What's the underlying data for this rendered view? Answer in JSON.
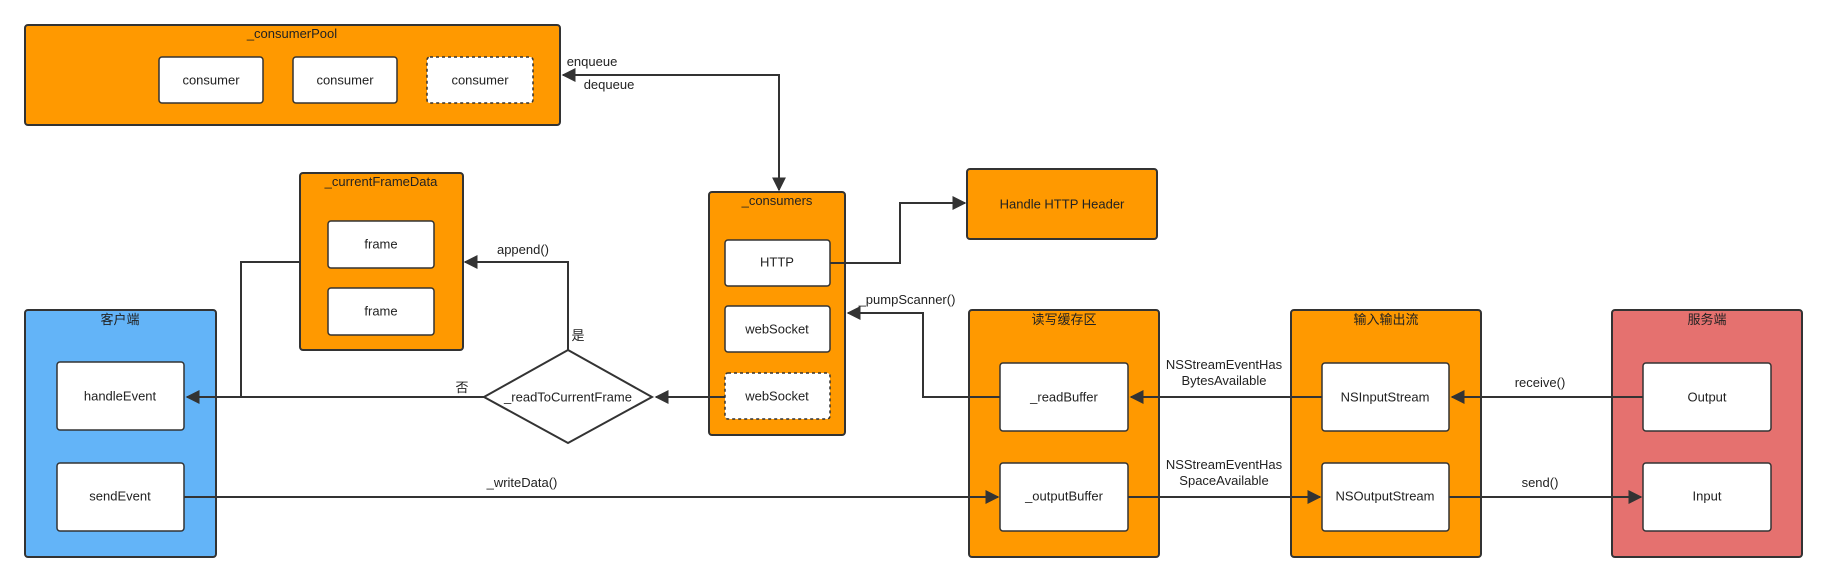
{
  "colors": {
    "orange": "#FF9900",
    "blue": "#63B4F8",
    "red": "#E5716F",
    "border": "#333333",
    "node_fill": "#FFFFFF"
  },
  "groups": {
    "consumer_pool": "_consumerPool",
    "current_frame_data": "_currentFrameData",
    "consumers": "_consumers",
    "client": "客户端",
    "rw_buffer": "读写缓存区",
    "io_stream": "输入输出流",
    "server": "服务端"
  },
  "nodes": {
    "consumer_1": "consumer",
    "consumer_2": "consumer",
    "consumer_3": "consumer",
    "frame_1": "frame",
    "frame_2": "frame",
    "http": "HTTP",
    "websocket_1": "webSocket",
    "websocket_2": "webSocket",
    "handle_http_header": "Handle HTTP Header",
    "handle_event": "handleEvent",
    "send_event": "sendEvent",
    "read_to_current_frame": "_readToCurrentFrame",
    "read_buffer": "_readBuffer",
    "output_buffer": "_outputBuffer",
    "ns_input_stream": "NSInputStream",
    "ns_output_stream": "NSOutputStream",
    "output": "Output",
    "input": "Input"
  },
  "edge_labels": {
    "enqueue": "enqueue",
    "dequeue": "dequeue",
    "append": "append()",
    "yes": "是",
    "no": "否",
    "pump_scanner": "_pumpScanner()",
    "bytes_available_1": "NSStreamEventHas",
    "bytes_available_2": "BytesAvailable",
    "space_available_1": "NSStreamEventHas",
    "space_available_2": "SpaceAvailable",
    "receive": "receive()",
    "send": "send()",
    "write_data": "_writeData()"
  }
}
